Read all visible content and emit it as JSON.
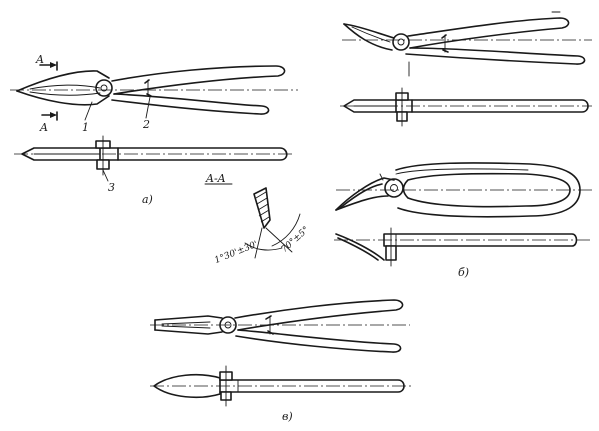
{
  "labels": {
    "section_arrow_top": "A",
    "section_arrow_bottom": "A",
    "part_1": "1",
    "part_2": "2",
    "part_3": "3",
    "section_title": "A-A",
    "angle_1": "1°30'±30'",
    "angle_2": "70°±5°",
    "fig_a": "а)",
    "fig_b": "б)",
    "fig_v": "в)"
  }
}
